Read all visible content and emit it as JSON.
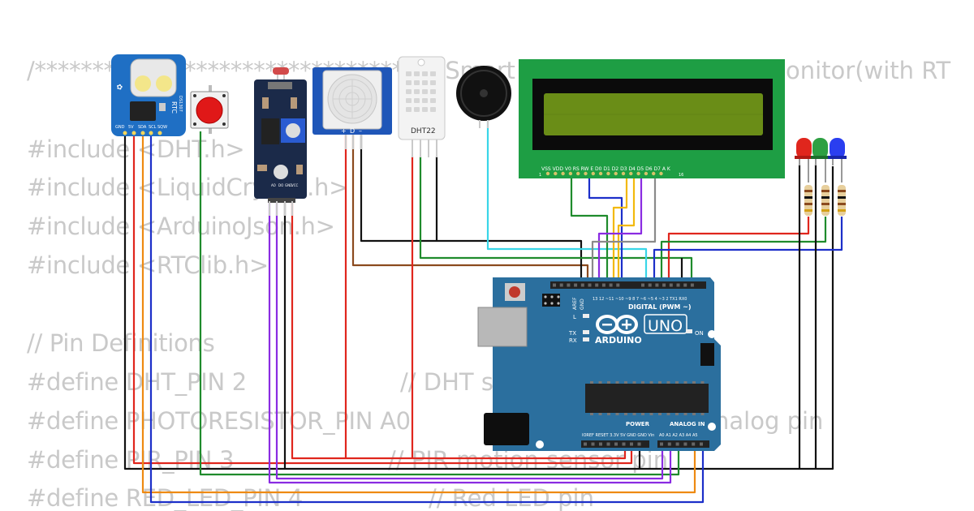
{
  "code": {
    "line1": "/*********************************** Smart ",
    "line1_tail": "onitor(with RT",
    "line2": "#include <DHT.h>",
    "line3": "#include <LiquidCrystal.h>",
    "line4": "#include <ArduinoJson.h>",
    "line5": "#include <RTClib.h>",
    "line6": "// Pin Definitions",
    "line7": "#define DHT_PIN 2",
    "line7_comment": "// DHT s",
    "line8": "#define PHOTORESISTOR_PIN A0",
    "line8_comment": "nalog pin",
    "line9": "#define PIR_PIN 3",
    "line9_comment": "// PIR motion sensor pin",
    "line10": "#define RED_LED_PIN 4",
    "line10_comment": "// Red LED pin"
  },
  "components": {
    "rtc": {
      "label": "RTC",
      "part": "DS1307",
      "pins": [
        "GND",
        "5V",
        "SDA",
        "SCL",
        "SQW"
      ]
    },
    "ldr_module": {
      "pins": [
        "AO",
        "DO",
        "GND",
        "VCC"
      ]
    },
    "pir": {
      "pins": [
        "+",
        "D",
        "–"
      ]
    },
    "dht": {
      "label": "DHT22"
    },
    "lcd": {
      "pins": "VSS VDD V0 RS RW E D0 D1 D2 D3 D4 D5 D6 D7 A K",
      "pin_first": "1",
      "pin_last": "16"
    },
    "arduino": {
      "brand": "ARDUINO",
      "model": "UNO",
      "digital_label": "DIGITAL (PWM ~)",
      "on_label": "ON",
      "l_label": "L",
      "tx_label": "TX",
      "rx_label": "RX",
      "power_label": "POWER",
      "analog_label": "ANALOG IN",
      "aref": "AREF",
      "gnd": "GND",
      "digital_pins": "13 12 ~11 ~10 ~9 8   7 ~6 ~5 4 ~3 2 TX1 RX0",
      "power_pins": "IOREF RESET 3.3V 5V GND GND Vin",
      "analog_pins": "A0 A1 A2 A3 A4 A5"
    }
  },
  "colors": {
    "red": "#e0261d",
    "black": "#111111",
    "green": "#1f8b2c",
    "blue": "#1c2fc9",
    "yellow": "#f2b90d",
    "orange": "#ee8a12",
    "purple": "#8a2be2",
    "cyan": "#39d6e8",
    "brown": "#8b4a1e",
    "gray": "#8a8a8a",
    "board": "#2b6f9e",
    "lcd_green": "#1e9e44"
  }
}
